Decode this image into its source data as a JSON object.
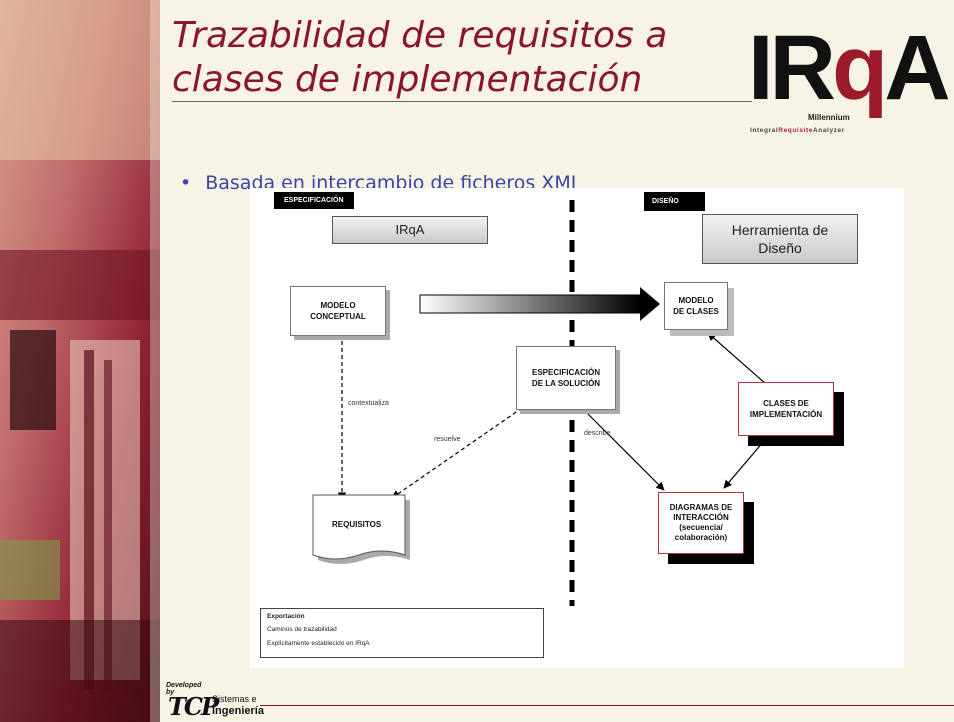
{
  "slide": {
    "title_line1": "Trazabilidad de requisitos a",
    "title_line2": "clases de implementación",
    "bullet": "Basada en intercambio de ficheros XMI"
  },
  "logo": {
    "main_letters": "IR",
    "main_q": "q",
    "main_a": "A",
    "sub": "Millennium",
    "tagline_a": "Integral",
    "tagline_b": "Requisite",
    "tagline_c": "Analyzer"
  },
  "diagram": {
    "especificacion_tab": "ESPECIFICACIÓN",
    "diseno_tab": "DISEÑO",
    "irqa_tool": "IRqA",
    "design_tool_line1": "Herramienta de",
    "design_tool_line2": "Diseño",
    "modelo_conceptual_line1": "MODELO",
    "modelo_conceptual_line2": "CONCEPTUAL",
    "modelo_clases_line1": "MODELO",
    "modelo_clases_line2": "DE CLASES",
    "especificacion_solucion_line1": "ESPECIFICACIÓN",
    "especificacion_solucion_line2": "DE LA SOLUCIÓN",
    "clases_impl_line1": "CLASES DE",
    "clases_impl_line2": "IMPLEMENTACIÓN",
    "requisitos": "REQUISITOS",
    "diagramas_line1": "DIAGRAMAS DE",
    "diagramas_line2": "INTERACCIÓN",
    "diagramas_line3": "(secuencia/",
    "diagramas_line4": "colaboración)",
    "label_contextualiza": "contextualiza",
    "label_resuelve": "resuelve",
    "label_describe": "describe"
  },
  "legend": {
    "exportacion": "Exportación",
    "caminos": "Caminos de trazabilidad",
    "explicito": "Explícitamente establecido en IRqA"
  },
  "footer": {
    "developed_by": "Developed by",
    "tcp": "TCP",
    "sistemas": "Sistemas e",
    "ingenieria": "Ingeniería"
  },
  "colors": {
    "title": "#8b1530",
    "bullet": "#3b44a8",
    "trace_blue": "#3a5be0",
    "trace_red": "#e0202a",
    "node_red_border": "#c0303a"
  }
}
